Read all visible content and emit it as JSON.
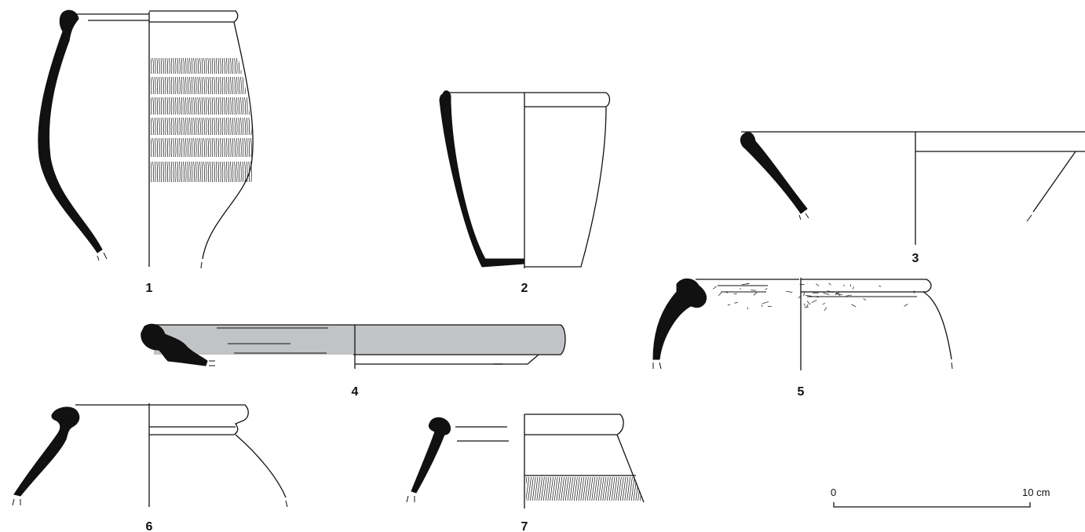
{
  "figure": {
    "items": [
      {
        "label": "1",
        "fill_color": "#ffffff"
      },
      {
        "label": "2",
        "fill_color": "#ffffff"
      },
      {
        "label": "3",
        "fill_color": "#ffffff"
      },
      {
        "label": "4",
        "fill_color": "#c2c3c6"
      },
      {
        "label": "5",
        "fill_color": "#ffffff"
      },
      {
        "label": "6",
        "fill_color": "#ffffff"
      },
      {
        "label": "7",
        "fill_color": "#ffffff"
      }
    ],
    "section_color": "#111111"
  },
  "scale": {
    "start_label": "0",
    "end_label": "10 cm"
  }
}
